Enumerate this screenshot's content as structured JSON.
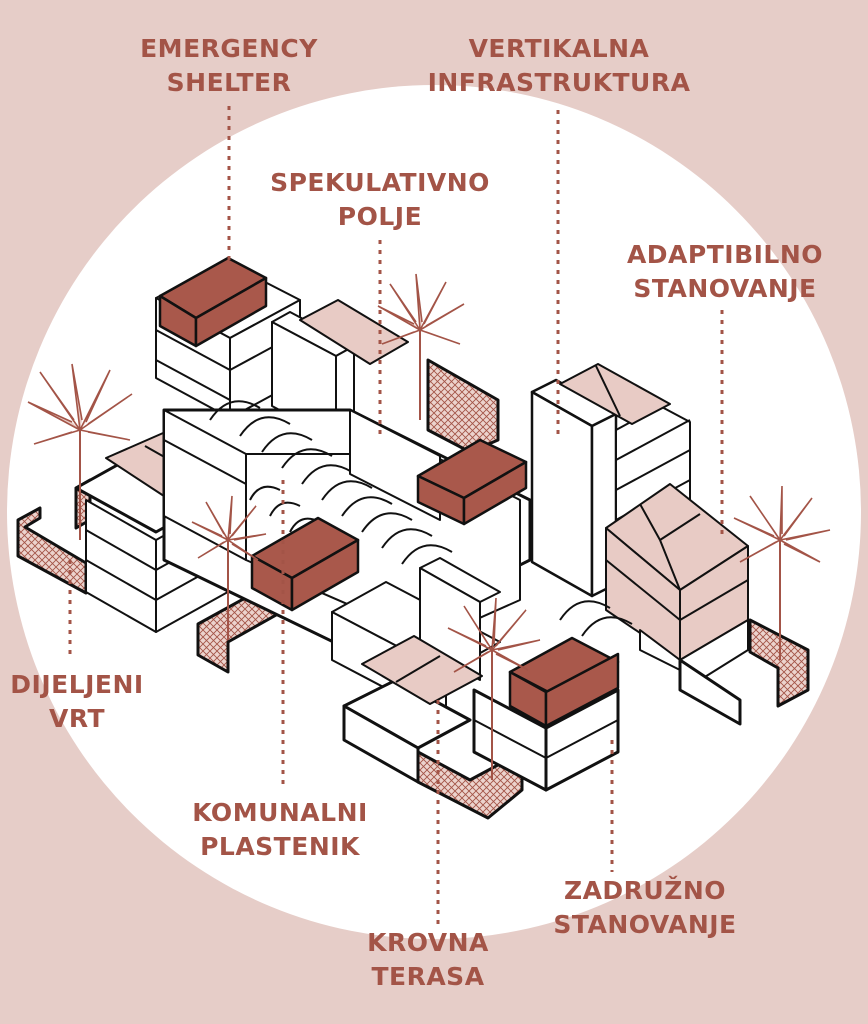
{
  "colors": {
    "background": "#e6cdc8",
    "circle": "#ffffff",
    "accent": "#a35447",
    "pink_fill": "#e8cbc5",
    "brown_fill": "#a9584b",
    "outline": "#111111"
  },
  "labels": {
    "emergency_shelter": {
      "line1": "EMERGENCY",
      "line2": "SHELTER"
    },
    "vertikalna_infrastruktura": {
      "line1": "VERTIKALNA",
      "line2": "INFRASTRUKTURA"
    },
    "spekulativno_polje": {
      "line1": "SPEKULATIVNO",
      "line2": "POLJE"
    },
    "adaptibilno_stanovanje": {
      "line1": "ADAPTIBILNO",
      "line2": "STANOVANJE"
    },
    "dijeljeni_vrt": {
      "line1": "DIJELJENI",
      "line2": "VRT"
    },
    "komunalni_plastenik": {
      "line1": "KOMUNALNI",
      "line2": "PLASTENIK"
    },
    "zadruzno_stanovanje": {
      "line1": "ZADRUŽNO",
      "line2": "STANOVANJE"
    },
    "krovna_terasa": {
      "line1": "KROVNA",
      "line2": "TERASA"
    }
  }
}
